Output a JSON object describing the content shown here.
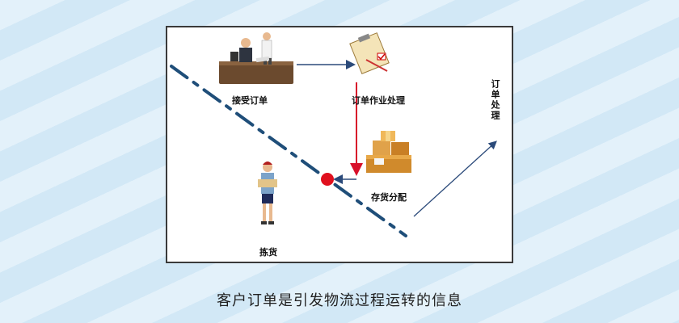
{
  "diagram": {
    "nodes": {
      "receive_order": "接受订单",
      "order_processing": "订单作业处理",
      "inventory_allocation": "存货分配",
      "picking": "拣货"
    },
    "side_label": "订单处理"
  },
  "caption": "客户订单是引发物流过程运转的信息",
  "colors": {
    "flow_arrow_blue": "#2b4a7a",
    "flow_arrow_red": "#d8102a",
    "dashed_line": "#1f4e79",
    "red_dot": "#e0101e"
  }
}
